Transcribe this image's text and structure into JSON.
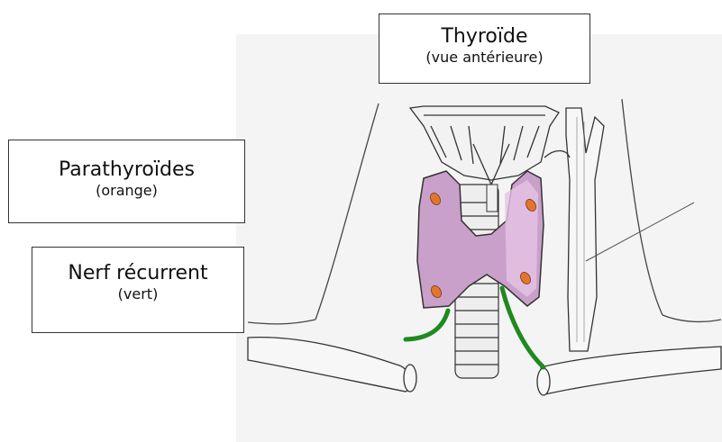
{
  "labels": {
    "thyroid": {
      "title": "Thyroïde",
      "subtitle": "(vue antérieure)"
    },
    "parathyroid": {
      "title": "Parathyroïdes",
      "subtitle": "(orange)"
    },
    "nerve": {
      "title": "Nerf récurrent",
      "subtitle": "(vert)"
    }
  },
  "colors": {
    "thyroid_fill": "#c9a0c9",
    "thyroid_highlight": "#e6c3e6",
    "parathyroid": "#e2752d",
    "nerve": "#1f8a1f",
    "outline": "#333333",
    "paper": "#f3f3f3"
  }
}
